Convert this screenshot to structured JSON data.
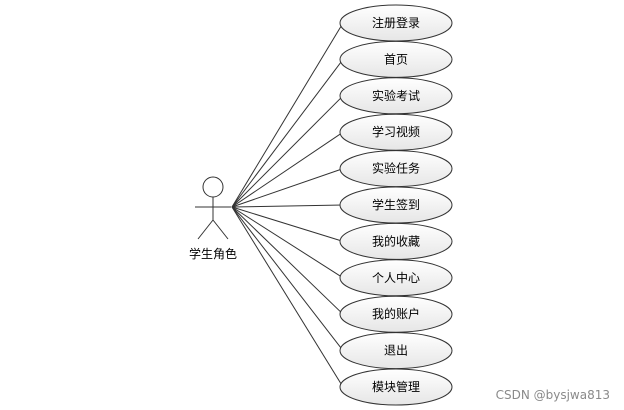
{
  "actor": {
    "name": "学生角色",
    "icon": "stick-figure-icon"
  },
  "use_cases": [
    "注册登录",
    "首页",
    "实验考试",
    "学习视频",
    "实验任务",
    "学生签到",
    "我的收藏",
    "个人中心",
    "我的账户",
    "退出",
    "模块管理"
  ],
  "watermark": "CSDN @bysjwa813",
  "colors": {
    "stroke": "#333333",
    "ellipse_fill_top": "#ffffff",
    "ellipse_fill_bottom": "#e8e8e8"
  }
}
